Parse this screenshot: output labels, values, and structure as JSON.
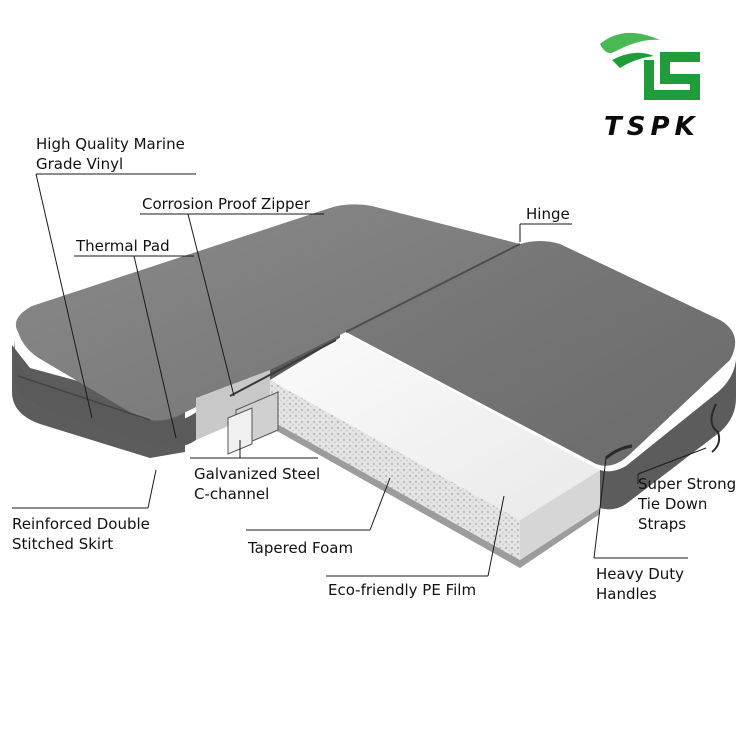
{
  "brand": {
    "name": "TSPK",
    "logo_icon": "tspk-leaf-s-logo",
    "logo_colors": {
      "green": "#1f9d3a",
      "light_green": "#49b955"
    }
  },
  "colors": {
    "cover_top": "#7a7a7a",
    "cover_side": "#5e5e5e",
    "foam": "#f1f1f1",
    "foam_edge": "#cfcfcf",
    "leader_line": "#1a1a1a"
  },
  "labels": {
    "vinyl": {
      "line1": "High Quality Marine",
      "line2": "Grade Vinyl"
    },
    "zipper": {
      "line1": "Corrosion Proof Zipper"
    },
    "hinge": {
      "line1": "Hinge"
    },
    "thermal_pad": {
      "line1": "Thermal Pad"
    },
    "steel": {
      "line1": "Galvanized Steel",
      "line2": "C-channel"
    },
    "skirt": {
      "line1": "Reinforced Double",
      "line2": "Stitched Skirt"
    },
    "foam": {
      "line1": "Tapered Foam"
    },
    "pe_film": {
      "line1": "Eco-friendly PE Film"
    },
    "straps": {
      "line1": "Super Strong",
      "line2": "Tie Down",
      "line3": "Straps"
    },
    "handles": {
      "line1": "Heavy Duty",
      "line2": "Handles"
    }
  }
}
